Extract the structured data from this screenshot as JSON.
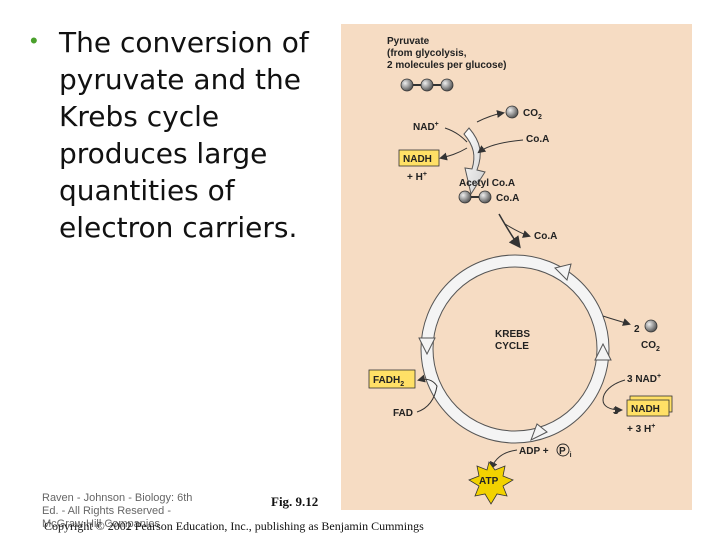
{
  "bullet": {
    "marker": "•",
    "lines": [
      "The conversion of",
      "pyruvate and the",
      "Krebs cycle",
      "produces large",
      "quantities of",
      "electron carriers."
    ]
  },
  "diagram": {
    "pyruvate_line1": "Pyruvate",
    "pyruvate_line2": "(from glycolysis,",
    "pyruvate_line3": "2 molecules per glucose)",
    "co2": "CO",
    "co2_sub": "2",
    "nad_plus": "NAD",
    "plus_sup": "+",
    "coa": "Co.A",
    "nadh": "NADH",
    "h_plus": "+ H",
    "acetyl_coa": "Acetyl Co.A",
    "coa_small": "Co.A",
    "coa_released": "Co.A",
    "krebs_line1": "KREBS",
    "krebs_line2": "CYCLE",
    "two": "2",
    "co2_right": "CO",
    "fadh": "FADH",
    "fadh_sub": "2",
    "fad": "FAD",
    "three_nad": "3 NAD",
    "three": "3",
    "nadh_right": "NADH",
    "three_h": "+ 3 H",
    "adp": "ADP +",
    "pi": "P",
    "pi_sub": "i",
    "atp": "ATP"
  },
  "footer": {
    "credit_line1": "Raven - Johnson - Biology: 6th",
    "credit_line2": "Ed. - All Rights Reserved -",
    "credit_line3": "McGraw Hill Companies",
    "fig_number": "Fig. 9.12",
    "copyright": "Copyright © 2002 Pearson Education, Inc., publishing as Benjamin Cummings"
  },
  "colors": {
    "bullet": "#4aa02c",
    "figure_bg": "#f6dcc3",
    "carrier_box": "#ffe066",
    "atp": "#f2d200"
  }
}
